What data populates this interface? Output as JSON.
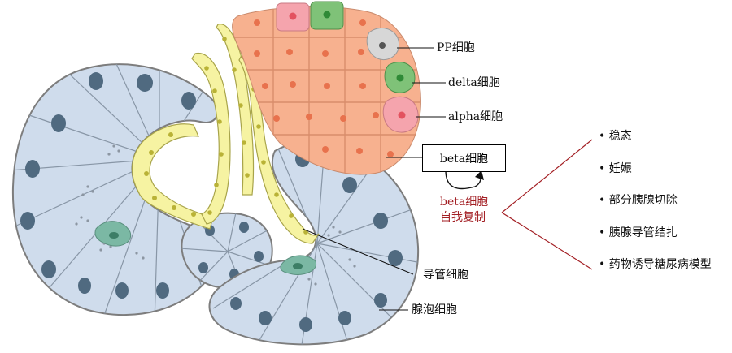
{
  "labels": {
    "pp": "PP细胞",
    "delta": "delta细胞",
    "alpha": "alpha细胞",
    "beta": "beta细胞",
    "beta_replication_line1": "beta细胞",
    "beta_replication_line2": "自我复制",
    "duct": "导管细胞",
    "acinar": "腺泡细胞"
  },
  "conditions": [
    "稳态",
    "妊娠",
    "部分胰腺切除",
    "胰腺导管结扎",
    "药物诱导糖尿病模型"
  ],
  "colors": {
    "acinar_fill": "#cfdcec",
    "acinar_nucleus": "#506a80",
    "duct_fill": "#f6f3a2",
    "duct_nucleus": "#b9b236",
    "beta_fill": "#f7b18f",
    "beta_nucleus": "#e8724d",
    "alpha_fill": "#f5a4ad",
    "alpha_nucleus": "#e3525f",
    "delta_fill": "#7fc278",
    "delta_nucleus": "#2f8a37",
    "pp_fill": "#d7d7d7",
    "pp_nucleus": "#555555",
    "centroacinar_fill": "#7bb8a4",
    "accent_red": "#a31f24"
  }
}
